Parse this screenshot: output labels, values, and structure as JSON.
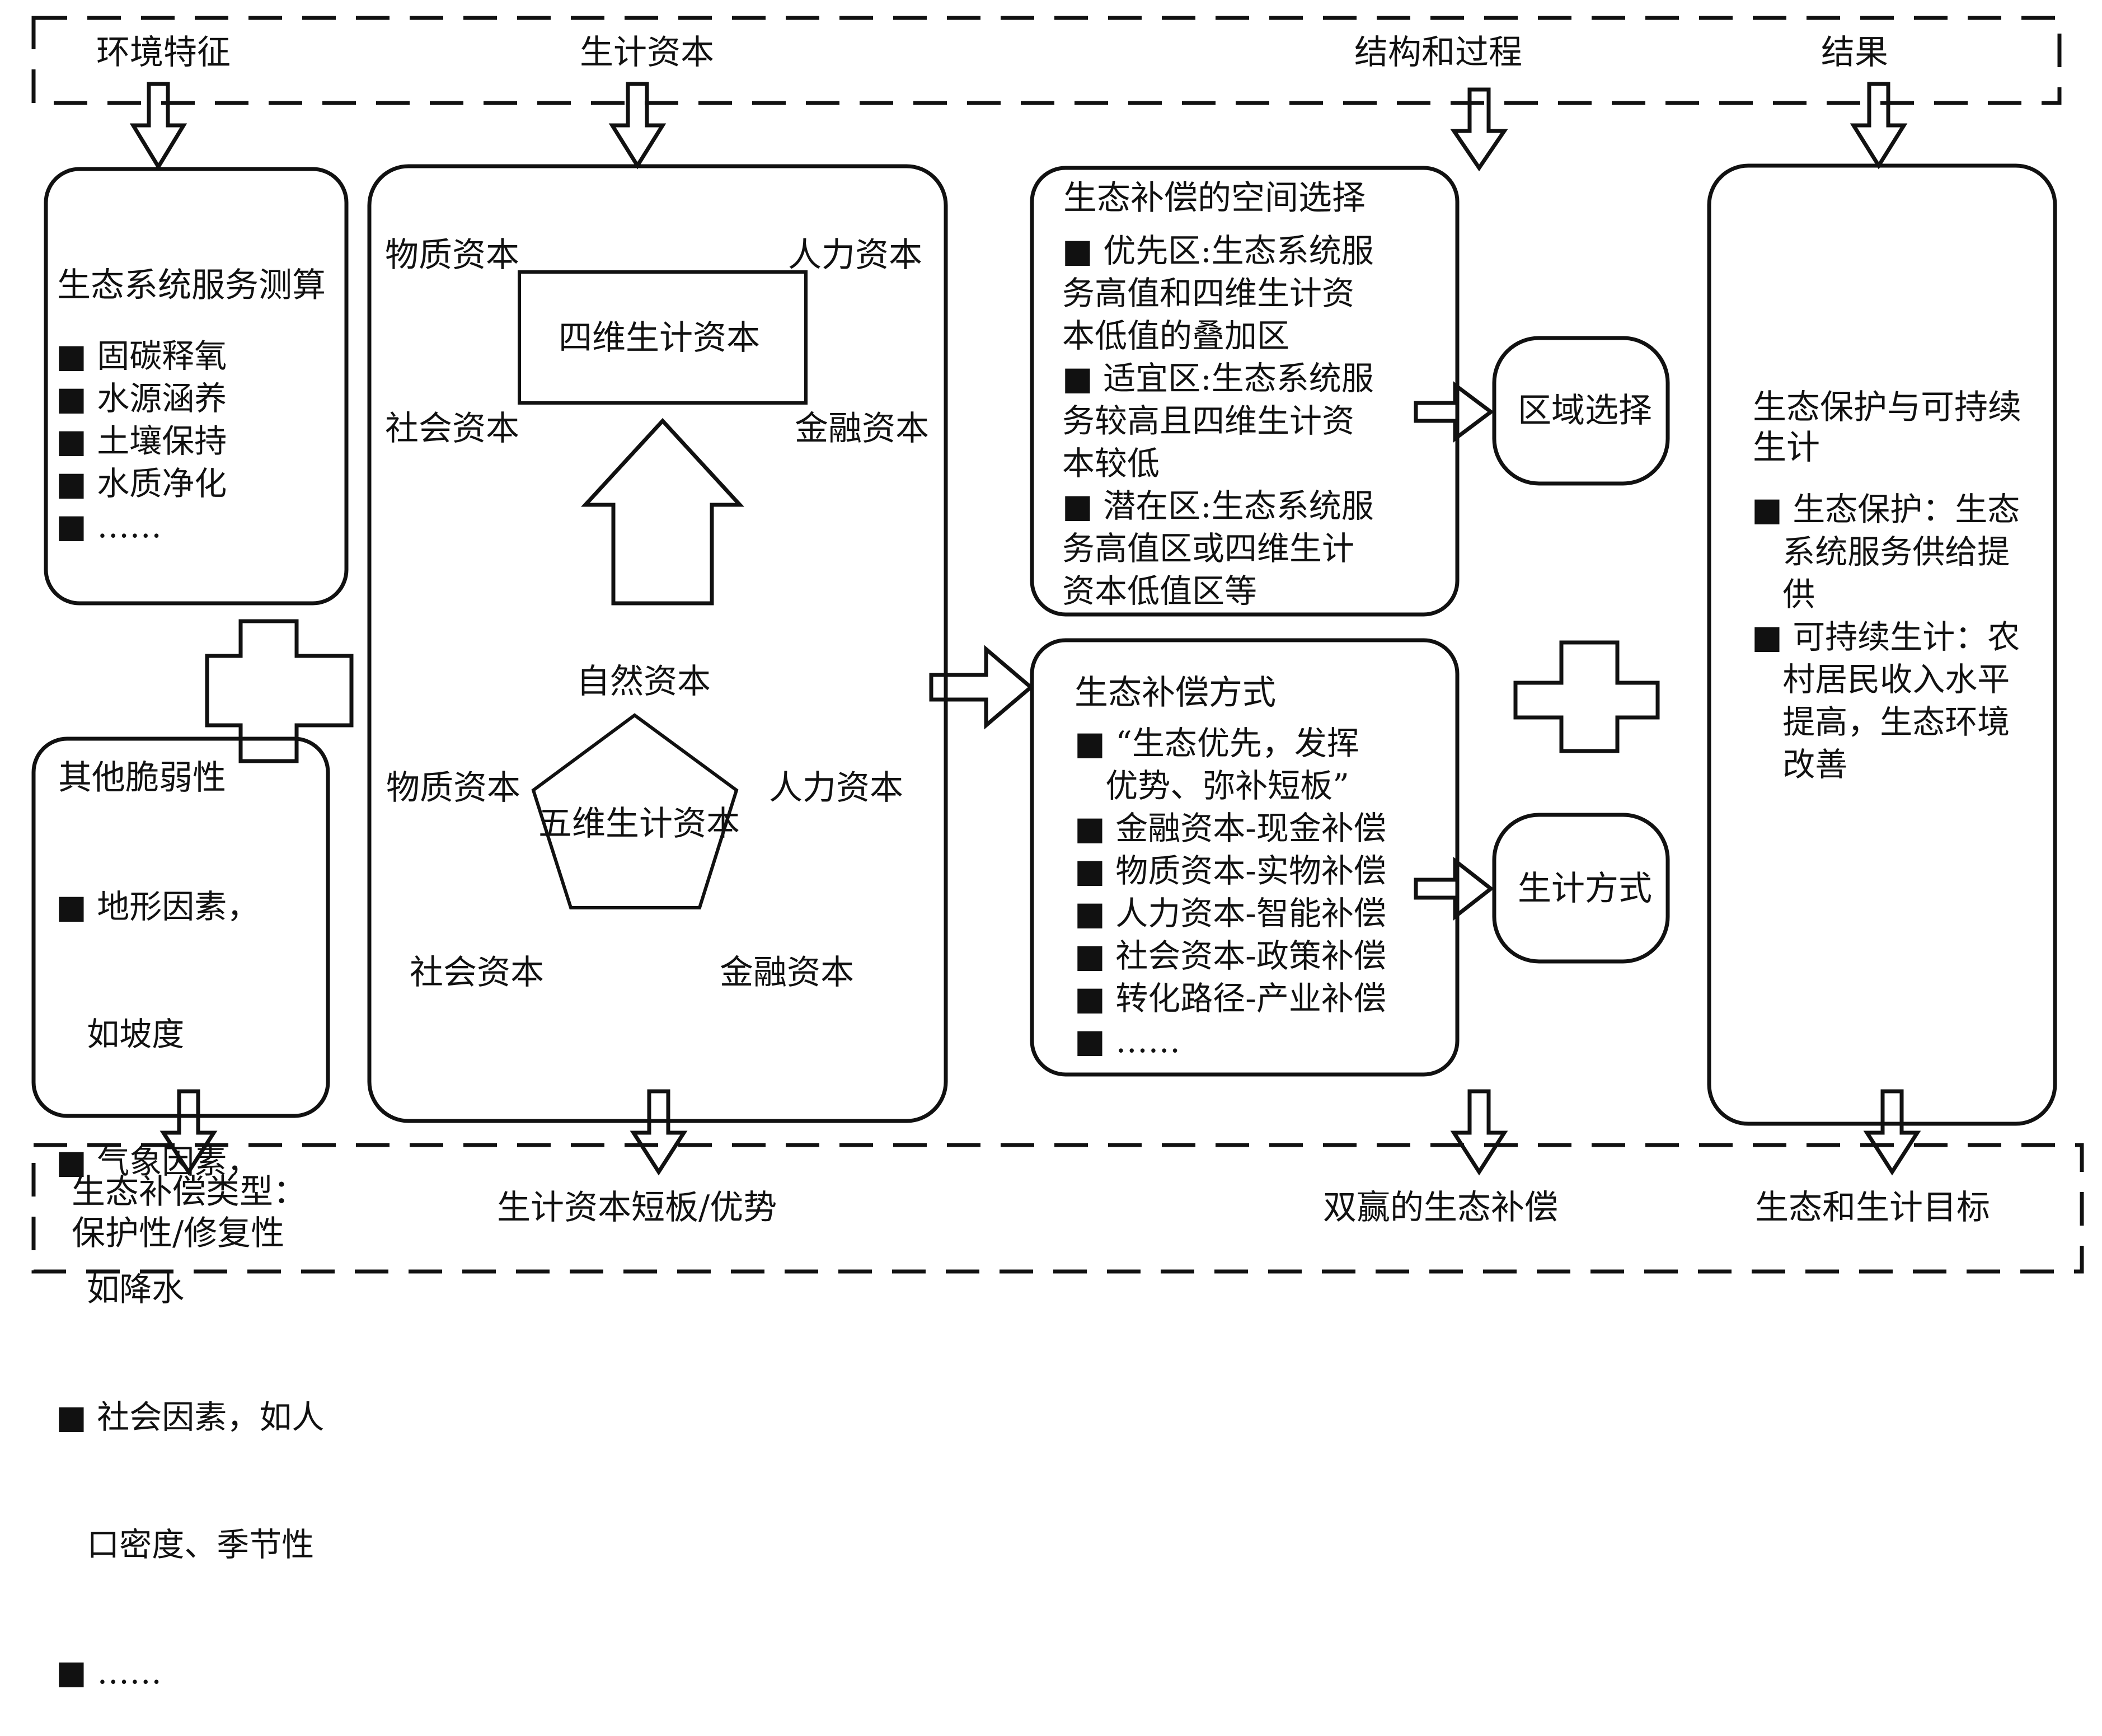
{
  "top_headers": {
    "env": "环境特征",
    "capital": "生计资本",
    "structure": "结构和过程",
    "result": "结果"
  },
  "ecosystem_box": {
    "title": "生态系统服务测算",
    "items": [
      "■ 固碳释氧",
      "■ 水源涵养",
      "■ 土壤保持",
      "■ 水质净化",
      "■ ……"
    ]
  },
  "vulnerability_box": {
    "title": "其他脆弱性",
    "items": [
      "■ 地形因素，",
      "   如坡度",
      "■ 气象因素，",
      "   如降水",
      "■ 社会因素，如人",
      "   口密度、季节性",
      "■ ……"
    ]
  },
  "capital_box": {
    "four_dim": {
      "center": "四维生计资本",
      "tl": "物质资本",
      "tr": "人力资本",
      "bl": "社会资本",
      "br": "金融资本"
    },
    "five_dim": {
      "center": "五维生计资本",
      "top": "自然资本",
      "left": "物质资本",
      "right": "人力资本",
      "bl": "社会资本",
      "br": "金融资本"
    }
  },
  "spatial_box": {
    "title": "生态补偿的空间选择",
    "items": [
      "■ 优先区:生态系统服",
      "务高值和四维生计资",
      "本低值的叠加区",
      "■ 适宜区:生态系统服",
      "务较高且四维生计资",
      "本较低",
      "■ 潜在区:生态系统服",
      "务高值区或四维生计",
      "资本低值区等"
    ]
  },
  "method_box": {
    "title": "生态补偿方式",
    "items": [
      "■ “生态优先，发挥",
      "   优势、弥补短板”",
      "■ 金融资本-现金补偿",
      "■ 物质资本-实物补偿",
      "■ 人力资本-智能补偿",
      "■ 社会资本-政策补偿",
      "■ 转化路径-产业补偿",
      "■ ……"
    ]
  },
  "region_select": "区域选择",
  "livelihood_mode": "生计方式",
  "result_box": {
    "title_line1": "生态保护与可持续",
    "title_line2": "生计",
    "items": [
      "■ 生态保护：生态",
      "   系统服务供给提",
      "   供",
      "■ 可持续生计：农",
      "   村居民收入水平",
      "   提高，生态环境",
      "   改善"
    ]
  },
  "bottom_labels": {
    "type_line1": "生态补偿类型：",
    "type_line2": "保护性/修复性",
    "capital": "生计资本短板/优势",
    "win": "双赢的生态补偿",
    "goal": "生态和生计目标"
  }
}
